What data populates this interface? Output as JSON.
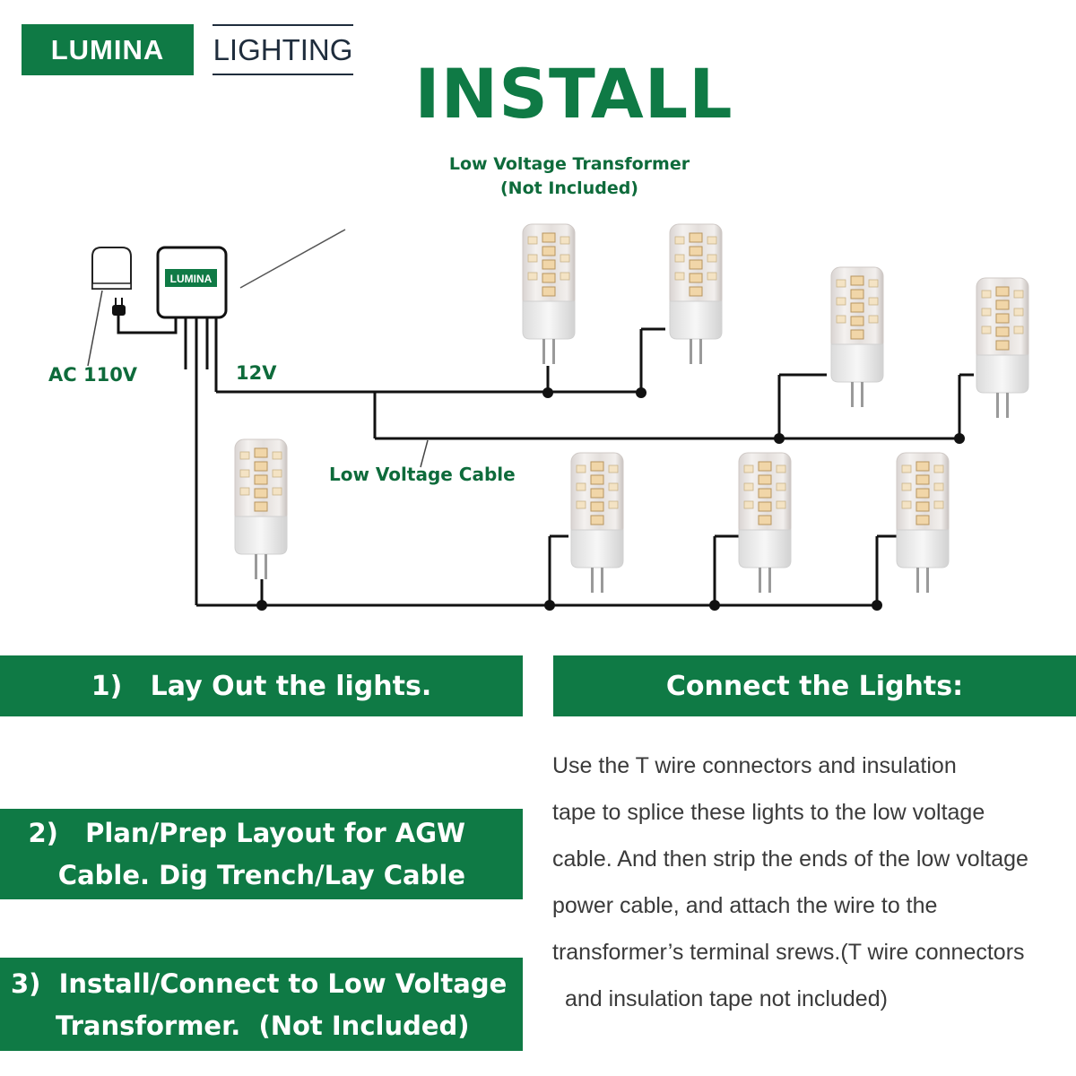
{
  "brand": {
    "name_left": "LUMINA",
    "name_right": "LIGHTING"
  },
  "title": "INSTALL",
  "diagram": {
    "transformer_label_line1": "Low Voltage Transformer",
    "transformer_label_line2": "(Not Included)",
    "transformer_brand": "LUMINA",
    "ac_label": "AC 110V",
    "v12_label": "12V",
    "cable_label": "Low Voltage Cable",
    "bulb_count": 8,
    "colors": {
      "green": "#0f7a45",
      "label_green": "#0e6b3b",
      "wire": "#111111"
    },
    "icons": [
      "outlet-icon",
      "plug-icon",
      "transformer-box",
      "led-bulb-icon"
    ]
  },
  "steps": {
    "step1": "1)   Lay Out the lights.",
    "step2_line1": "2)   Plan/Prep Layout for AGW",
    "step2_line2": "Cable. Dig Trench/Lay Cable",
    "step3_line1": "3)  Install/Connect to Low Voltage",
    "step3_line2": "Transformer.  (Not Included)",
    "connect_heading": "Connect the Lights:"
  },
  "description_lines": [
    "Use the T wire connectors and insulation",
    "tape to splice these lights to the low voltage",
    "cable. And then strip the ends of the low voltage",
    "power cable, and attach the wire to the",
    "transformer’s terminal srews.(T wire connectors",
    " and insulation tape not included)"
  ]
}
